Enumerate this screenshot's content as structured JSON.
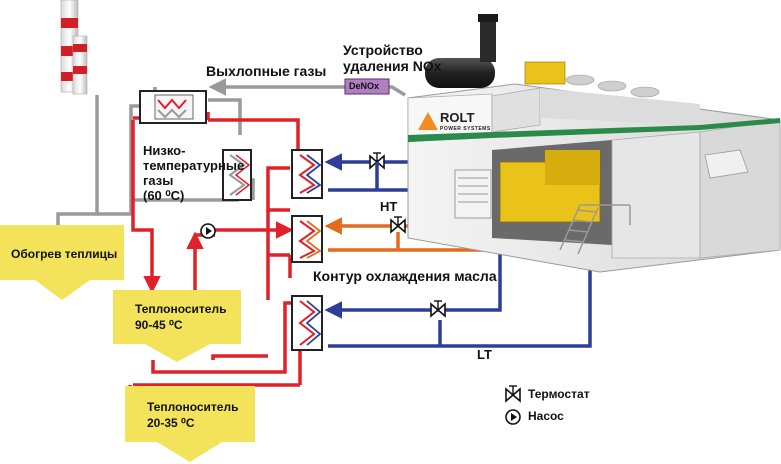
{
  "labels": {
    "nox_device": "Устройство\nудаления NOx",
    "exhaust_gases": "Выхлопные газы",
    "denox": "DeNOx",
    "low_temp_gases": "Низко-\nтемпературные\nгазы\n(60 ⁰C)",
    "ht": "HT",
    "oil_cooling": "Контур охлаждения масла",
    "lt": "LT",
    "greenhouse_heating": "Обогрев теплицы",
    "coolant_high": "Теплоноситель\n90-45 ⁰C",
    "coolant_low": "Теплоноситель\n20-35 ⁰C"
  },
  "legend": {
    "thermostat": "Термостат",
    "pump": "Насос"
  },
  "logo": {
    "brand": "ROLT",
    "sub": "POWER SYSTEMS"
  },
  "colors": {
    "hot": "#e0202a",
    "cold": "#2e3d9a",
    "oil": "#e46a1e",
    "gas": "#9a9a9a",
    "box": "#f3e35a",
    "container": "#ececec",
    "engine": "#e9c21a"
  }
}
